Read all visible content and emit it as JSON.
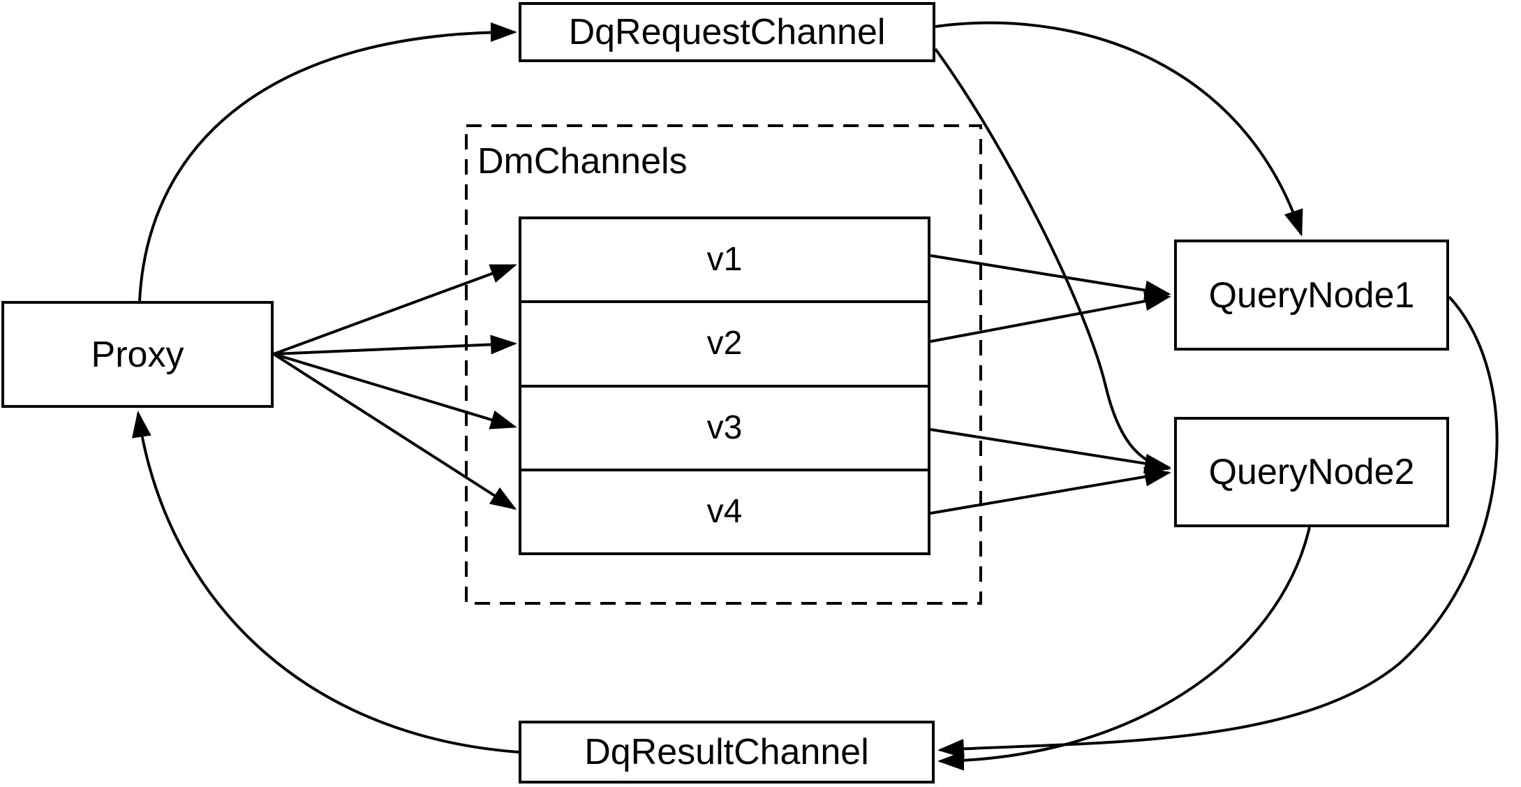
{
  "style": {
    "background": "#ffffff",
    "stroke": "#000000",
    "line_width": 4
  },
  "nodes": {
    "proxy": {
      "label": "Proxy"
    },
    "dq_request_channel": {
      "label": "DqRequestChannel"
    },
    "dm_channels_group": {
      "label": "DmChannels"
    },
    "channels": [
      "v1",
      "v2",
      "v3",
      "v4"
    ],
    "query_node_1": {
      "label": "QueryNode1"
    },
    "query_node_2": {
      "label": "QueryNode2"
    },
    "dq_result_channel": {
      "label": "DqResultChannel"
    }
  },
  "edges": [
    {
      "from": "proxy",
      "to": "dq_request_channel"
    },
    {
      "from": "proxy",
      "to": "channel_v1"
    },
    {
      "from": "proxy",
      "to": "channel_v2"
    },
    {
      "from": "proxy",
      "to": "channel_v3"
    },
    {
      "from": "proxy",
      "to": "channel_v4"
    },
    {
      "from": "channel_v1",
      "to": "query_node_1"
    },
    {
      "from": "channel_v2",
      "to": "query_node_1"
    },
    {
      "from": "channel_v3",
      "to": "query_node_2"
    },
    {
      "from": "channel_v4",
      "to": "query_node_2"
    },
    {
      "from": "dq_request_channel",
      "to": "query_node_1"
    },
    {
      "from": "dq_request_channel",
      "to": "query_node_2"
    },
    {
      "from": "query_node_1",
      "to": "dq_result_channel"
    },
    {
      "from": "query_node_2",
      "to": "dq_result_channel"
    },
    {
      "from": "dq_result_channel",
      "to": "proxy"
    }
  ]
}
